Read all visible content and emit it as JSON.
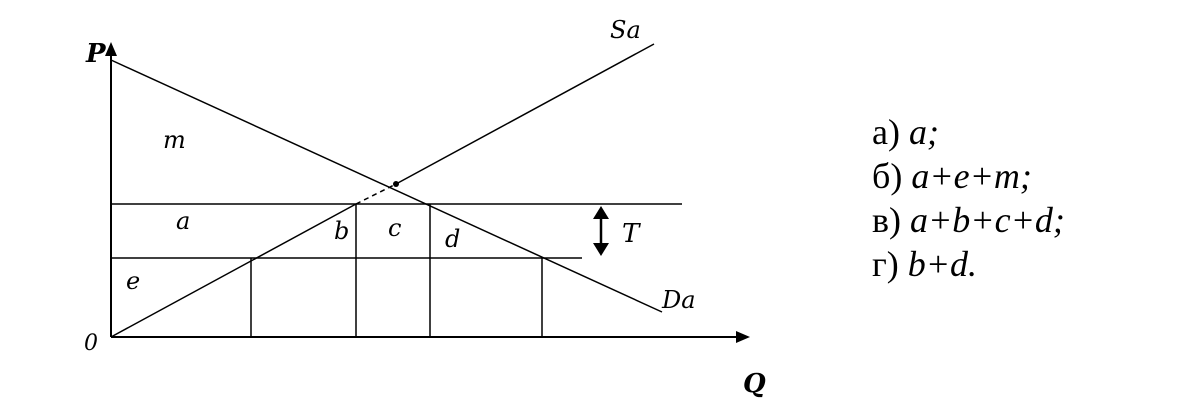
{
  "diagram": {
    "axis_labels": {
      "price": "P",
      "quantity": "Q",
      "origin": "0"
    },
    "curve_labels": {
      "supply": "Sa",
      "demand": "Da"
    },
    "tax_label": "T",
    "area_labels": {
      "m": "m",
      "a": "a",
      "b": "b",
      "c": "c",
      "d": "d",
      "e": "e"
    }
  },
  "answers": [
    {
      "marker": "а) ",
      "expression": "a;"
    },
    {
      "marker": "б) ",
      "expression": "a+e+m;"
    },
    {
      "marker": "в) ",
      "expression": "a+b+c+d;"
    },
    {
      "marker": "г) ",
      "expression": "b+d."
    }
  ]
}
